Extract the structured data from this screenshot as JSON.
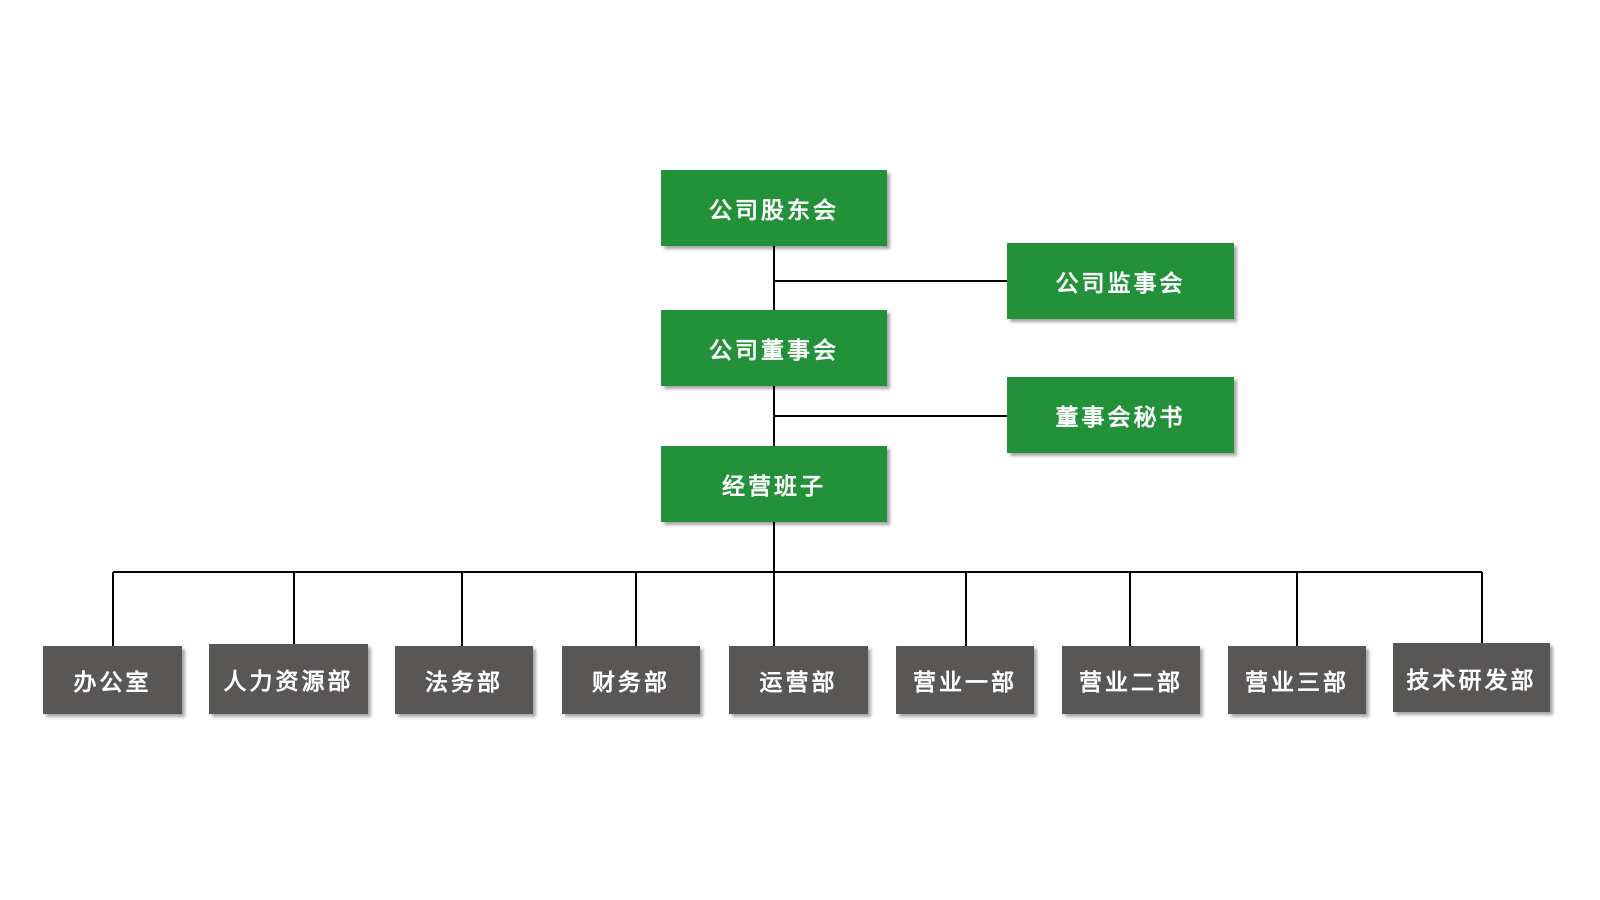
{
  "colors": {
    "primary": "#22913a",
    "department": "#595656",
    "line": "#000000"
  },
  "top": {
    "shareholders": "公司股东会",
    "supervisors": "公司监事会",
    "board": "公司董事会",
    "board_secretary": "董事会秘书",
    "management": "经营班子"
  },
  "departments": [
    "办公室",
    "人力资源部",
    "法务部",
    "财务部",
    "运营部",
    "营业一部",
    "营业二部",
    "营业三部",
    "技术研发部"
  ]
}
